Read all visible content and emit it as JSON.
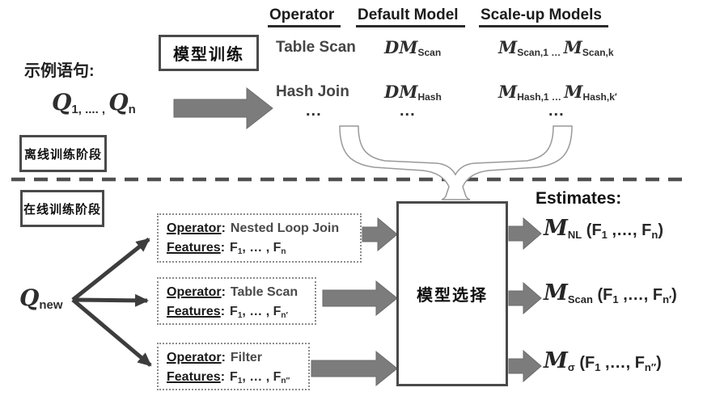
{
  "colors": {
    "background": "#ffffff",
    "block_arrow": "#7c7c7c",
    "line_arrow": "#3d3d3d",
    "box_border": "#4a4a4a",
    "brace_stroke": "#999999"
  },
  "model_table": {
    "headers": [
      "Operator",
      "Default Model",
      "Scale-up Models"
    ],
    "rows": [
      {
        "operator": "Table Scan",
        "default_model": [
          [
            "s",
            "DM"
          ],
          [
            "sub",
            "Scan"
          ]
        ],
        "scaleup_models": [
          [
            "s",
            "M"
          ],
          [
            "sub",
            "Scan,1 … "
          ],
          [
            "s",
            "M"
          ],
          [
            "sub",
            "Scan,k"
          ]
        ]
      },
      {
        "operator": "Hash Join",
        "default_model": [
          [
            "s",
            "DM"
          ],
          [
            "sub",
            "Hash"
          ]
        ],
        "scaleup_models": [
          [
            "s",
            "M"
          ],
          [
            "sub",
            "Hash,1 … "
          ],
          [
            "s",
            "M"
          ],
          [
            "sub",
            "Hash,k′"
          ]
        ]
      }
    ],
    "ellipsis": "..."
  },
  "offline": {
    "examples_label": "示例语句:",
    "queries": [
      [
        "s",
        "Q"
      ],
      [
        "sub",
        "1, .... , "
      ],
      [
        "s",
        "Q"
      ],
      [
        "sub",
        "n"
      ]
    ],
    "training_box": "模型训练",
    "phase_box": "离线训练阶段"
  },
  "online": {
    "phase_box": "在线训练阶段",
    "new_query": [
      [
        "s",
        "Q"
      ],
      [
        "sub",
        "new"
      ]
    ],
    "colon": ":",
    "operator_cards": [
      {
        "operator_label": "Operator",
        "operator_value": "Nested Loop Join",
        "features_label": "Features",
        "features": [
          [
            "t",
            "F"
          ],
          [
            "sub",
            "1"
          ],
          [
            "t",
            ", … , F"
          ],
          [
            "sub",
            "n"
          ]
        ]
      },
      {
        "operator_label": "Operator",
        "operator_value": "Table Scan",
        "features_label": "Features",
        "features": [
          [
            "t",
            "F"
          ],
          [
            "sub",
            "1"
          ],
          [
            "t",
            ", … , F"
          ],
          [
            "sub",
            "n′"
          ]
        ]
      },
      {
        "operator_label": "Operator",
        "operator_value": "Filter",
        "features_label": "Features",
        "features": [
          [
            "t",
            "F"
          ],
          [
            "sub",
            "1"
          ],
          [
            "t",
            ", … , F"
          ],
          [
            "sub",
            "n″"
          ]
        ]
      }
    ],
    "selection_box": "模型选择",
    "estimates_label": "Estimates:",
    "estimates": [
      [
        [
          "s",
          "M"
        ],
        [
          "sub",
          "NL"
        ],
        [
          "t",
          " (F"
        ],
        [
          "sub",
          "1"
        ],
        [
          "t",
          " ,…, F"
        ],
        [
          "sub",
          "n"
        ],
        [
          "t",
          ")"
        ]
      ],
      [
        [
          "s",
          "M"
        ],
        [
          "sub",
          "Scan"
        ],
        [
          "t",
          " (F"
        ],
        [
          "sub",
          "1"
        ],
        [
          "t",
          " ,…, F"
        ],
        [
          "sub",
          "n′"
        ],
        [
          "t",
          ")"
        ]
      ],
      [
        [
          "s",
          "M"
        ],
        [
          "sub",
          "σ"
        ],
        [
          "t",
          " (F"
        ],
        [
          "sub",
          "1"
        ],
        [
          "t",
          " ,…, F"
        ],
        [
          "sub",
          "n″"
        ],
        [
          "t",
          ")"
        ]
      ]
    ]
  }
}
